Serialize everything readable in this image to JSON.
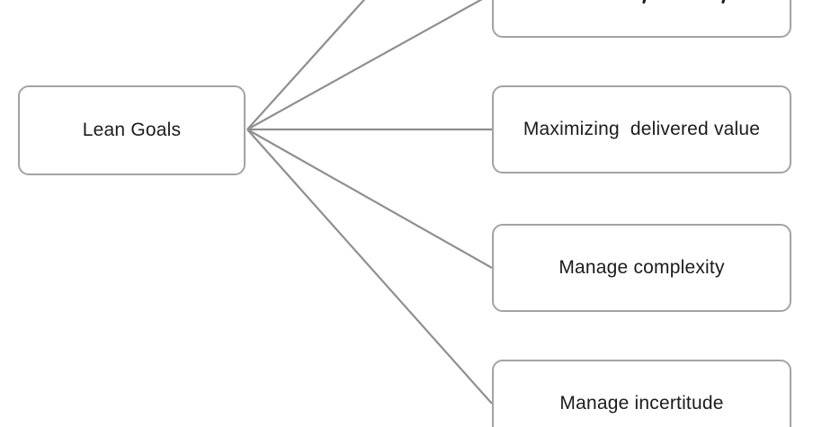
{
  "diagram": {
    "description": "SmartArt-style diagram linking a root goal node to lean goal boxes; top and bottom goal boxes are clipped by the viewport",
    "root": {
      "label": "Lean Goals"
    },
    "goals": [
      {
        "label": "",
        "note": "box clipped at top of viewport, text not readable (only two letter descenders visible)"
      },
      {
        "label": "Maximizing  delivered value"
      },
      {
        "label": "Manage complexity"
      },
      {
        "label": "Manage incertitude"
      }
    ],
    "connectors": {
      "from": "Lean Goals",
      "count": 5,
      "targets": [
        "node-above-viewport",
        "node-top-clipped",
        "node-maximizing-delivered-value",
        "node-manage-complexity",
        "node-manage-incertitude"
      ]
    },
    "colors": {
      "background": "#ffffff",
      "box_fill": "#ffffff",
      "box_border": "#a3a3a3",
      "connector": "#8f8f8f",
      "text": "#1c1c1c"
    }
  }
}
